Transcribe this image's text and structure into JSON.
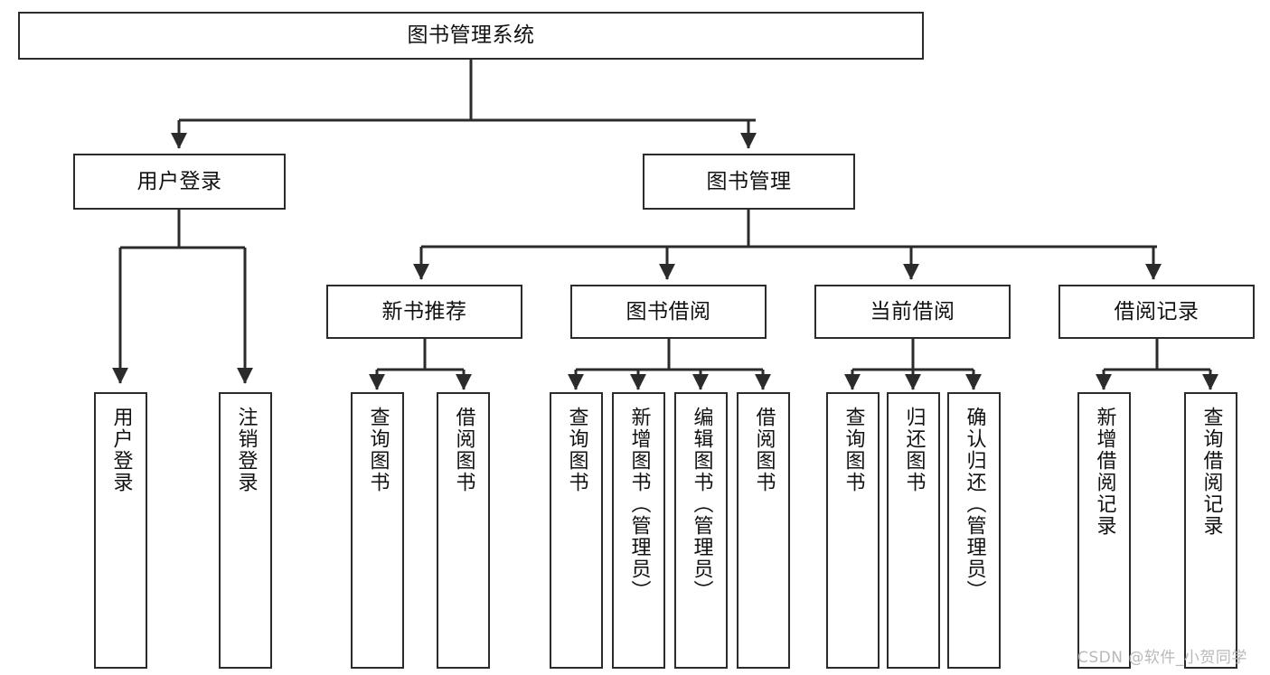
{
  "diagram": {
    "title": "图书管理系统",
    "type": "tree-hierarchy-chart",
    "watermark": "CSDN @软件_小贺同学",
    "colors": {
      "stroke": "#2b2b2b",
      "fill": "#ffffff",
      "text": "#111111",
      "watermark": "#b9b9b9"
    }
  },
  "nodes": {
    "root": {
      "label": "图书管理系统"
    },
    "level2": [
      {
        "label": "用户登录"
      },
      {
        "label": "图书管理"
      }
    ],
    "level3": [
      {
        "label": "新书推荐"
      },
      {
        "label": "图书借阅"
      },
      {
        "label": "当前借阅"
      },
      {
        "label": "借阅记录"
      }
    ],
    "leaves": {
      "user_login": [
        {
          "label": "用户登录"
        },
        {
          "label": "注销登录"
        }
      ],
      "new_book_recommend": [
        {
          "label": "查询图书"
        },
        {
          "label": "借阅图书"
        }
      ],
      "book_borrow": [
        {
          "label": "查询图书"
        },
        {
          "label": "新增图书（管理员）"
        },
        {
          "label": "编辑图书（管理员）"
        },
        {
          "label": "借阅图书"
        }
      ],
      "current_borrow": [
        {
          "label": "查询图书"
        },
        {
          "label": "归还图书"
        },
        {
          "label": "确认归还（管理员）"
        }
      ],
      "borrow_record": [
        {
          "label": "新增借阅记录"
        },
        {
          "label": "查询借阅记录"
        }
      ]
    }
  }
}
